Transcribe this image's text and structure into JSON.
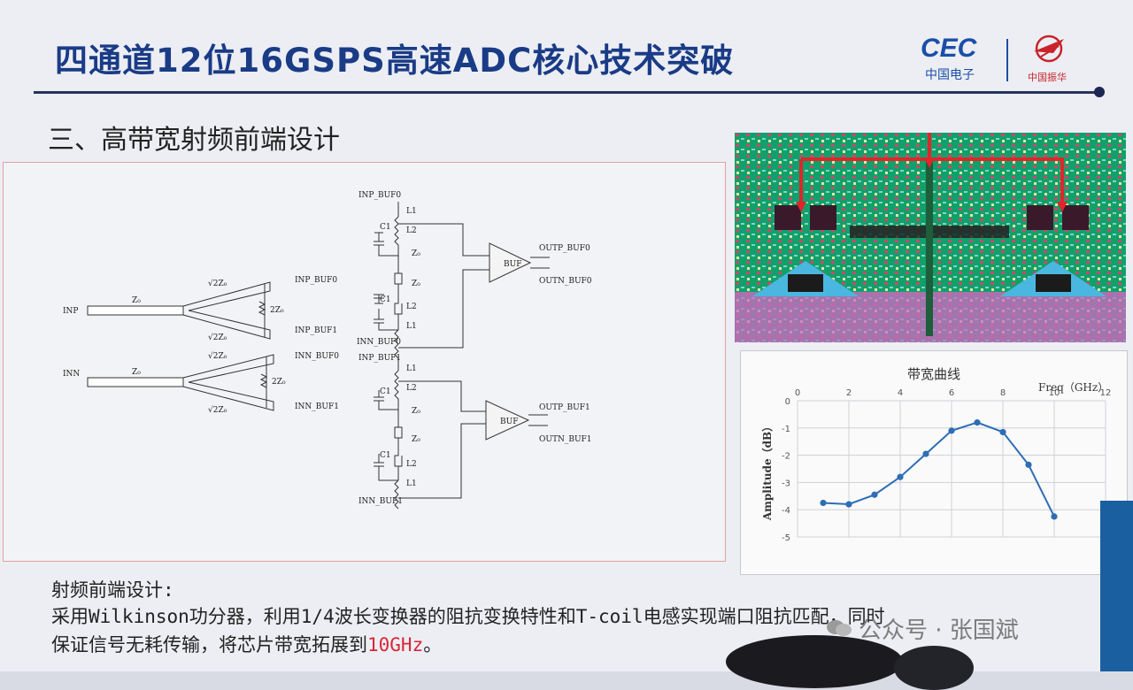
{
  "header": {
    "title": "四通道12位16GSPS高速ADC核心技术突破",
    "logo_cec": "CEC",
    "logo_cec_sub": "中国电子",
    "logo_zh_sub": "中国振华"
  },
  "section_title": "三、高带宽射频前端设计",
  "schematic": {
    "inp": "INP",
    "inn": "INN",
    "z0": "Z₀",
    "sqrt2z0": "√2Z₀",
    "r2z0": "2Z₀",
    "inp_buf0": "INP_BUF0",
    "inp_buf1": "INP_BUF1",
    "inn_buf0": "INN_BUF0",
    "inn_buf1": "INN_BUF1",
    "outp_buf0": "OUTP_BUF0",
    "outn_buf0": "OUTN_BUF0",
    "outp_buf1": "OUTP_BUF1",
    "outn_buf1": "OUTN_BUF1",
    "buf": "BUF",
    "l1": "L1",
    "l2": "L2",
    "c1": "C1"
  },
  "description": {
    "line1": "射频前端设计:",
    "line2": "采用Wilkinson功分器，利用1/4波长变换器的阻抗变换特性和T-coil电感实现端口阻抗匹配，同时",
    "line3_pre": "保证信号无耗传输，将芯片带宽拓展到",
    "line3_hl": "10GHz",
    "line3_post": "。"
  },
  "watermark": "公众号 · 张国斌",
  "colors": {
    "title": "#1a3b86",
    "series": "#2d6db5",
    "highlight": "#d8263a",
    "layout_bg": "#0f9b64"
  },
  "chart_data": {
    "type": "line",
    "title": "带宽曲线",
    "xlabel": "Freq（GHz）",
    "ylabel": "Amplitude（dB）",
    "xlim": [
      0,
      12
    ],
    "ylim": [
      -5,
      0
    ],
    "xticks": [
      0,
      2,
      4,
      6,
      8,
      10,
      12
    ],
    "yticks": [
      0,
      -1,
      -2,
      -3,
      -4,
      -5
    ],
    "grid": true,
    "x": [
      1,
      2,
      3,
      4,
      5,
      6,
      7,
      8,
      9,
      10
    ],
    "y": [
      -3.75,
      -3.8,
      -3.45,
      -2.8,
      -1.95,
      -1.1,
      -0.8,
      -1.15,
      -2.35,
      -4.25
    ]
  }
}
